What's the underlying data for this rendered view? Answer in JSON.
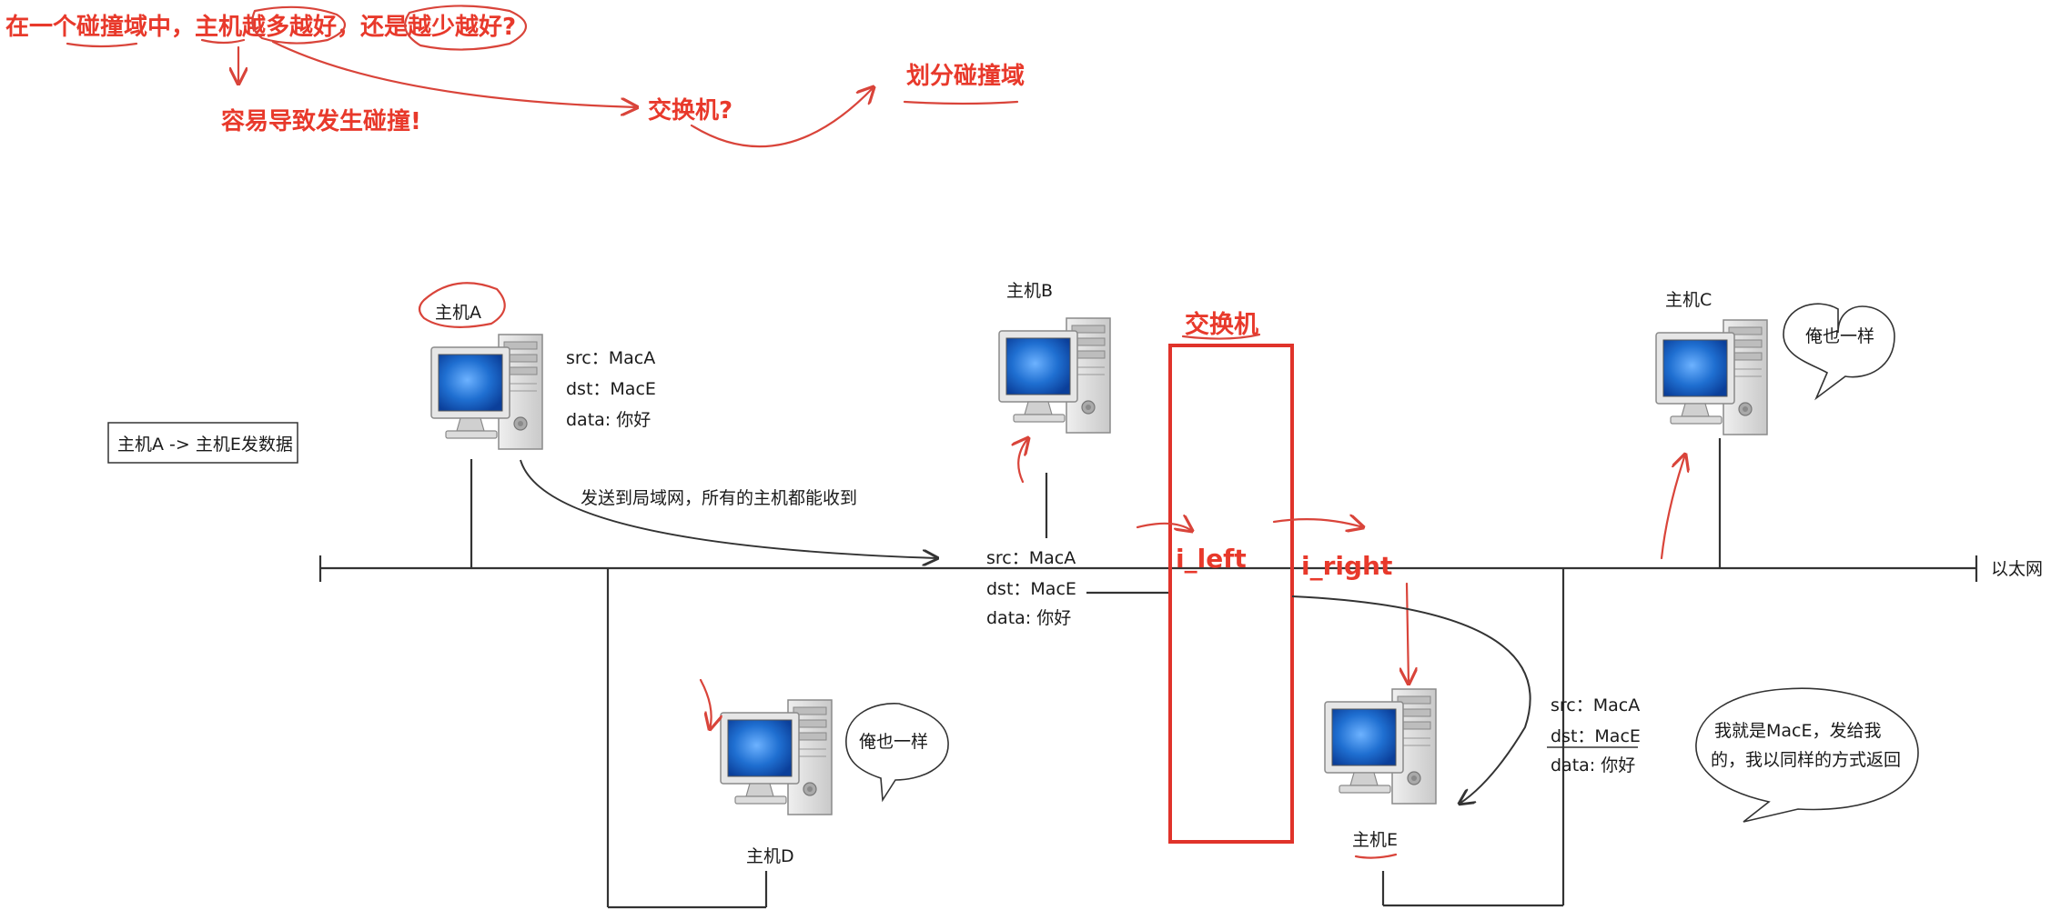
{
  "annotations": {
    "question": "在一个碰撞域中，主机越多越好，还是越少越好?",
    "consequence": "容易导致发生碰撞!",
    "switch_q": "交换机?",
    "divide": "划分碰撞域"
  },
  "scenario_box": "主机A -> 主机E发数据",
  "broadcast_note": "发送到局域网，所有的主机都能收到",
  "ethernet_label": "以太网",
  "switch": {
    "title": "交换机",
    "left_port": "i_left",
    "right_port": "i_right"
  },
  "hosts": {
    "a": "主机A",
    "b": "主机B",
    "c": "主机C",
    "d": "主机D",
    "e": "主机E"
  },
  "frames": {
    "at_host_a": {
      "src": "src：MacA",
      "dst": "dst：MacE",
      "data": "data: 你好"
    },
    "on_wire": {
      "src": "src：MacA",
      "dst": "dst：MacE",
      "data": "data: 你好"
    },
    "at_host_e": {
      "src": "src：MacA",
      "dst": "dst：MacE",
      "data": "data: 你好"
    }
  },
  "bubbles": {
    "host_c": "俺也一样",
    "host_d": "俺也一样",
    "host_e_line1": "我就是MacE，发给我",
    "host_e_line2": "的，我以同样的方式返回"
  },
  "colors": {
    "annotation_red": "#e8392b",
    "switch_border": "#e0332a",
    "monitor_blue": "#1f6fd1",
    "case_gray": "#d8d8d8"
  }
}
